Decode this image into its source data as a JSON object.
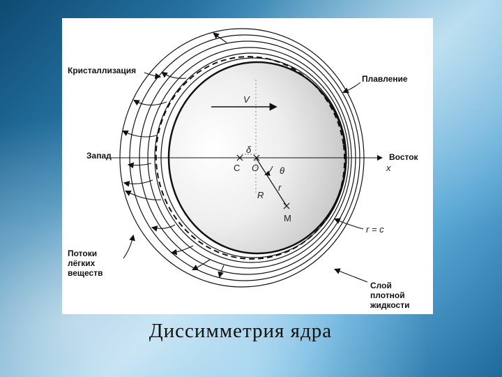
{
  "caption": "Диссимметрия ядра",
  "labels": {
    "crystallization": "Кристаллизация",
    "melting": "Плавление",
    "west": "Запад",
    "east": "Восток",
    "flows_line1": "Потоки",
    "flows_line2": "лёгких",
    "flows_line3": "веществ",
    "layer_line1": "Слой",
    "layer_line2": "плотной",
    "layer_line3": "жидкости"
  },
  "symbols": {
    "velocity": "V",
    "delta": "δ",
    "point_c": "C",
    "point_o": "O",
    "theta": "θ",
    "small_r": "r",
    "big_r": "R",
    "point_m": "M",
    "x_axis": "x",
    "r_equals_c": "r = c"
  }
}
